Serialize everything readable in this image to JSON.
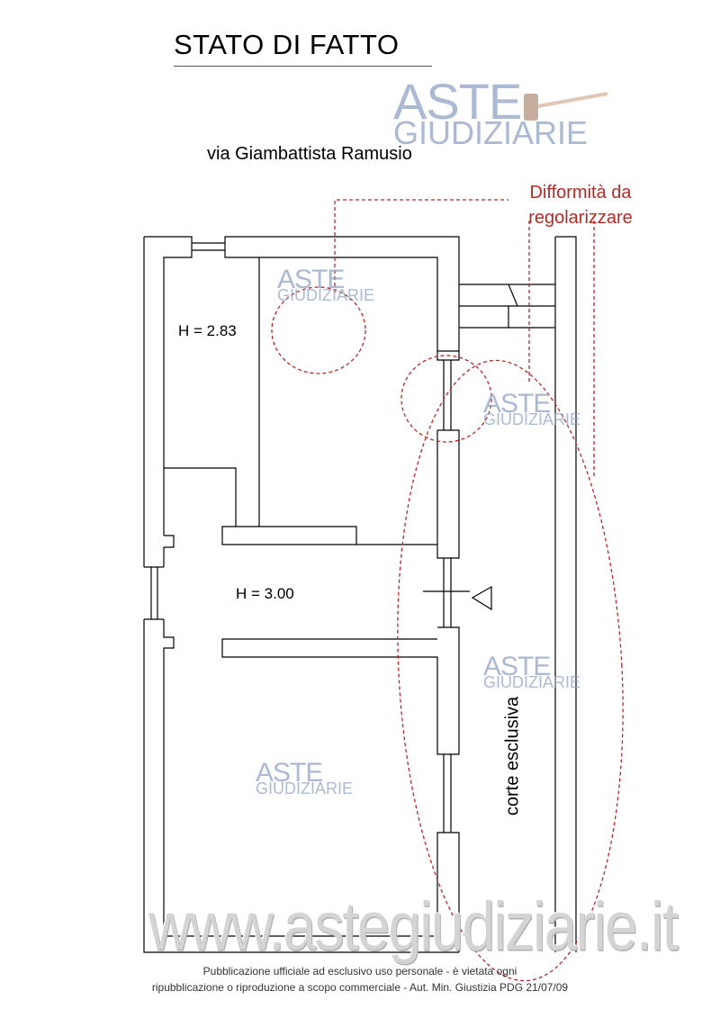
{
  "header": {
    "title": "STATO DI FATTO",
    "street": "via Giambattista Ramusio"
  },
  "annotation": {
    "line1": "Difformità da",
    "line2": "regolarizzare",
    "color": "#b52a26"
  },
  "rooms": {
    "height_upper": "H = 2.83",
    "height_middle": "H = 3.00"
  },
  "exterior": {
    "court_label": "corte esclusiva"
  },
  "watermarks": {
    "brand_top": "ASTE",
    "brand_bottom": "GIUDIZIARIE",
    "site": "www.astegiudiziarie.it",
    "color": "#8fa4c4"
  },
  "footer": {
    "line1": "Pubblicazione ufficiale ad esclusivo uso personale - è vietata ogni",
    "line2": "ripubblicazione o riproduzione a scopo commerciale - Aut. Min. Giustizia PDG 21/07/09"
  }
}
